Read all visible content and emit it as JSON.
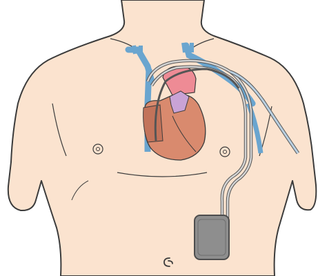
{
  "diagram": {
    "subject": "torso-with-implanted-device",
    "colors": {
      "skin": "#fbe3cf",
      "outline": "#3b3b3b",
      "vein": "#6aa5cf",
      "heart": "#d98a6e",
      "heart_shadow": "#c2735a",
      "aorta": "#ee8b95",
      "pulmonary": "#c9a3d6",
      "device": "#8e8e8e",
      "device_border": "#4d4d4d",
      "lead": "#d4d4d4"
    },
    "parts": [
      {
        "id": "torso",
        "name": "torso-outline"
      },
      {
        "id": "veins",
        "name": "great-veins"
      },
      {
        "id": "heart",
        "name": "heart"
      },
      {
        "id": "leads",
        "name": "device-leads"
      },
      {
        "id": "device",
        "name": "implanted-pulse-generator"
      },
      {
        "id": "nipples",
        "name": "nipples"
      },
      {
        "id": "navel",
        "name": "navel"
      }
    ]
  }
}
